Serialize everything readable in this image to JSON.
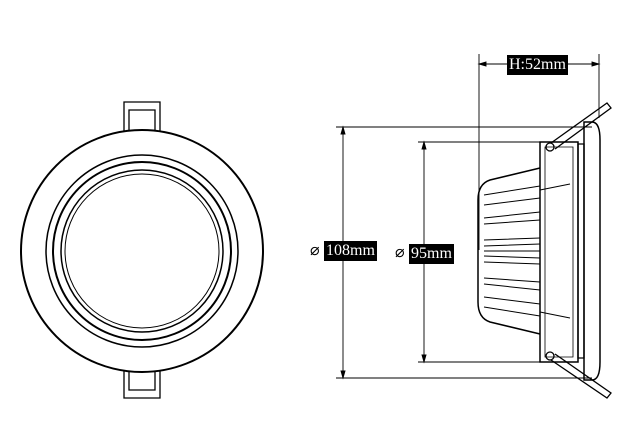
{
  "dimensions": {
    "height": {
      "label": "H:52mm"
    },
    "outer_diameter": {
      "symbol": "⌀",
      "label": "108mm"
    },
    "cutout_diameter": {
      "symbol": "⌀",
      "label": "95mm"
    }
  },
  "colors": {
    "line": "#000000",
    "label_bg": "#000000",
    "label_text": "#ffffff"
  }
}
